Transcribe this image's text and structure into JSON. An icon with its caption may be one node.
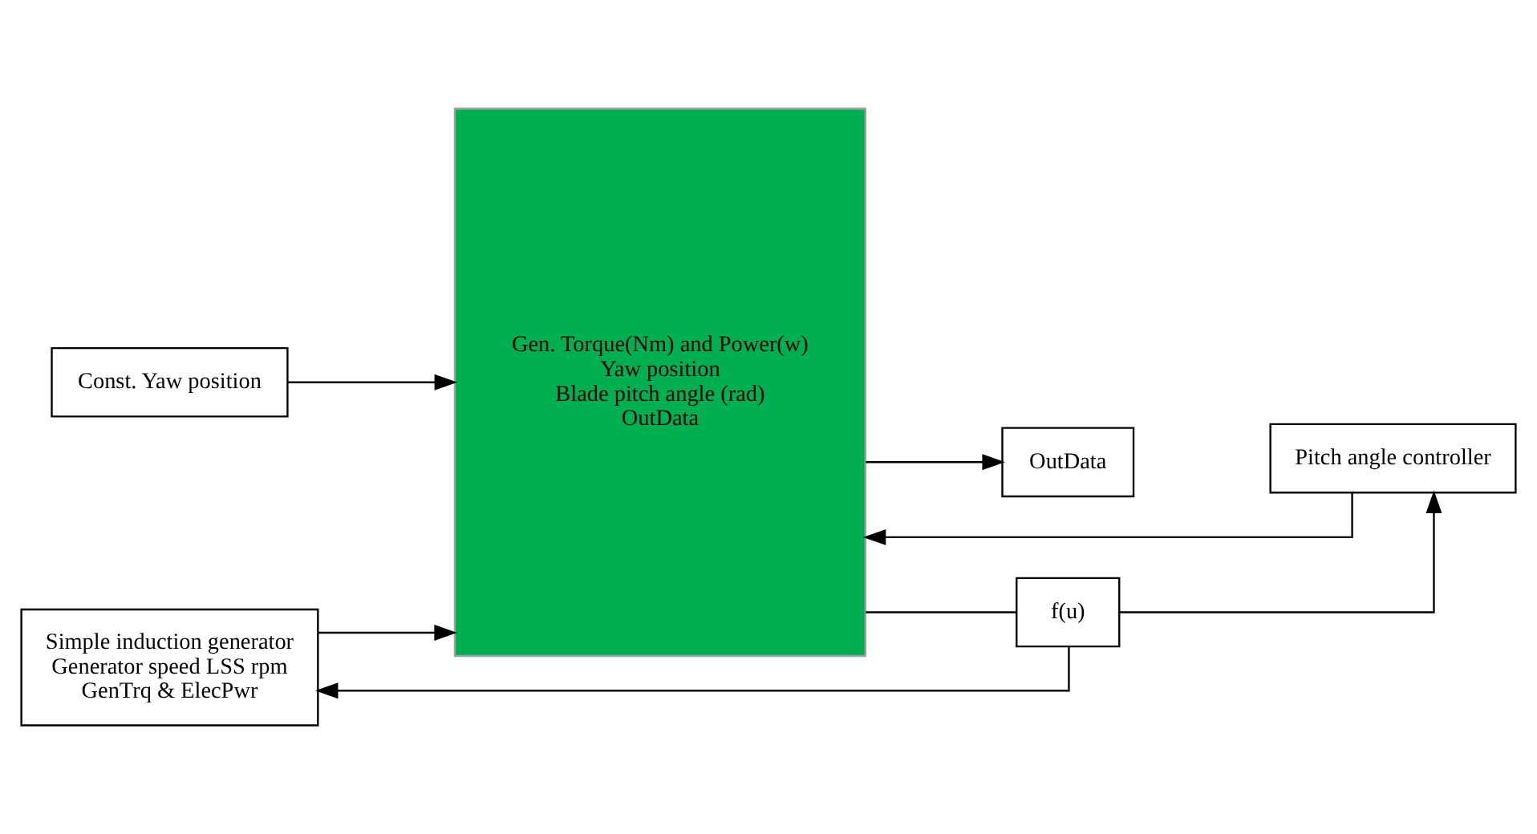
{
  "diagram": {
    "nodes": [
      {
        "text": [
          "Simple induction generator",
          "Generator speed LSS rpm",
          "GenTrq & ElecPwr"
        ]
      },
      {
        "text": [
          "Const. Yaw position"
        ]
      },
      {
        "text": [
          "Pitch angle controller"
        ]
      },
      {
        "text": [
          "Gen. Torque(Nm) and Power(w)",
          "Yaw position",
          "Blade pitch angle (rad)",
          "OutData"
        ]
      },
      {
        "text": [
          "OutData"
        ]
      },
      {
        "text": [
          "f(u)"
        ]
      }
    ],
    "edges": [
      {
        "from": 0,
        "to": 3,
        "arrow": "to"
      },
      {
        "from": 1,
        "to": 3,
        "arrow": "to"
      },
      {
        "from": 2,
        "to": 3,
        "arrow": "to"
      },
      {
        "from": 3,
        "to": 4,
        "arrow": "to"
      },
      {
        "from": 3,
        "to": 5,
        "arrow": "none"
      },
      {
        "from": 5,
        "to": 0,
        "arrow": "to"
      },
      {
        "from": 5,
        "to": 2,
        "arrow": "to"
      }
    ]
  }
}
